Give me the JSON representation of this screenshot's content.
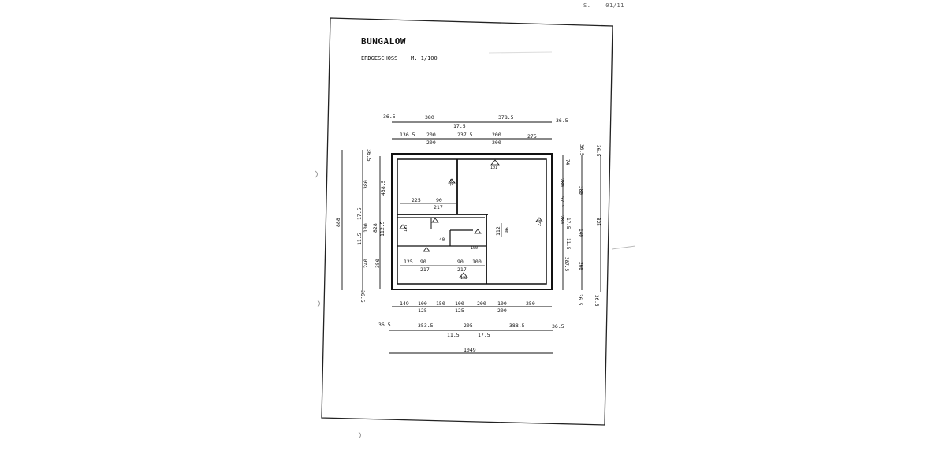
{
  "header": {
    "page_marker": "S.",
    "page_number": "01/11",
    "title": "BUNGALOW",
    "floor": "ERDGESCHOSS",
    "scale": "M. 1/100"
  },
  "dimensions": {
    "top_outer": [
      "36.5",
      "380",
      "17.5",
      "378.5",
      "36.5"
    ],
    "top_inner_upper": [
      "136.5",
      "200",
      "237.5",
      "200",
      "275"
    ],
    "top_inner_lower": [
      "200",
      "200"
    ],
    "bottom_inner_upper": [
      "149",
      "100",
      "150",
      "100",
      "200",
      "100",
      "250"
    ],
    "bottom_inner_lower": [
      "125",
      "125",
      "200"
    ],
    "bottom_outer": [
      "36.5",
      "353.5",
      "205",
      "388.5",
      "36.5"
    ],
    "bottom_outer_lower": [
      "11.5",
      "17.5"
    ],
    "overall_width": "1049",
    "left_outer": [
      "888"
    ],
    "left_mid": [
      "36.5",
      "380",
      "17.5",
      "100",
      "11.5",
      "240",
      "36.5"
    ],
    "left_inner": [
      "438.5",
      "112.5",
      "828",
      "350"
    ],
    "right_inner": [
      "74",
      "280",
      "57.5",
      "280",
      "17.5",
      "11.5",
      "387.5"
    ],
    "right_mid": [
      "36.5",
      "380",
      "140",
      "260",
      "36.5"
    ],
    "right_outer": [
      "36.5",
      "825",
      "36.5"
    ]
  },
  "rooms": {
    "upper_left_width": "225",
    "upper_left_door": "90",
    "upper_left_door_height": "217",
    "lower_left_1": "125",
    "lower_left_door_1": "90",
    "lower_left_height_1": "217",
    "lower_mid_door": "90",
    "lower_mid_width": "100",
    "lower_mid_height": "217",
    "center_label_1": "112",
    "center_label_2": "96",
    "small_label": "40",
    "marker_a": "101",
    "marker_b": "227",
    "marker_c": "227",
    "marker_d": "127",
    "marker_e": "100",
    "marker_f": "132"
  }
}
